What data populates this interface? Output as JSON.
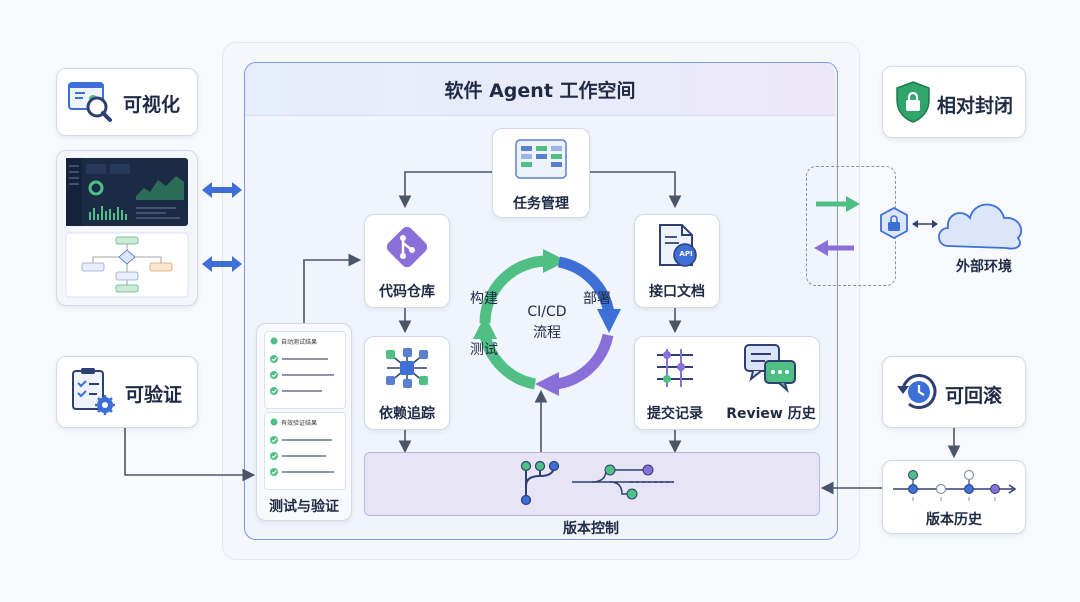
{
  "workspace": {
    "title": "软件 Agent 工作空间"
  },
  "left": {
    "visualize_label": "可视化",
    "verify_label": "可验证"
  },
  "right": {
    "closed_label": "相对封闭",
    "external_label": "外部环境",
    "rollback_label": "可回滚",
    "version_history_label": "版本历史"
  },
  "nodes": {
    "task_mgmt": "任务管理",
    "code_repo": "代码仓库",
    "api_docs": "接口文档",
    "dependency": "依赖追踪",
    "commit_log": "提交记录",
    "review_history": "Review 历史",
    "version_control": "版本控制",
    "test_verify": "测试与验证"
  },
  "cicd": {
    "center_line1": "CI/CD",
    "center_line2": "流程",
    "build": "构建",
    "deploy": "部署",
    "test": "测试"
  },
  "test_panel": {
    "auto_test_title": "自动测试结果",
    "validity_title": "有效验证结果"
  },
  "icons": {
    "api_badge": "API"
  },
  "colors": {
    "accent_blue": "#3d6fd6",
    "accent_green": "#4fbf83",
    "accent_purple": "#8a6fd8",
    "shield_green": "#2fa56a"
  }
}
